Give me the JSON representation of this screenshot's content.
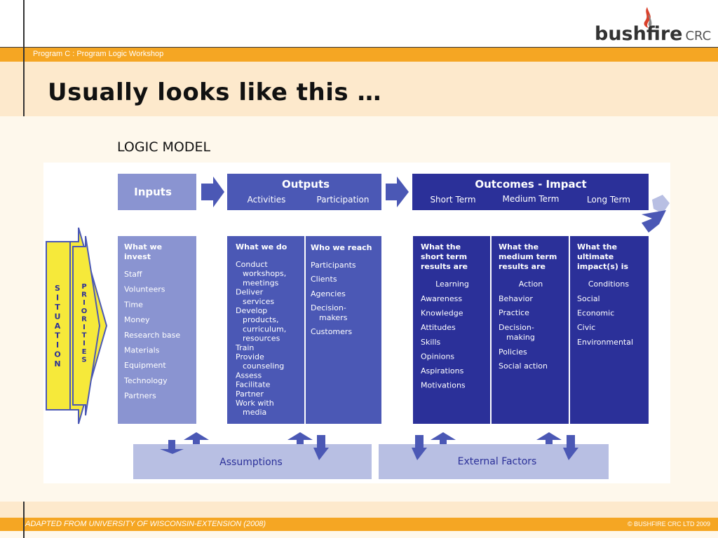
{
  "header": {
    "subtitle": "Program C : Program Logic Workshop",
    "title": "Usually looks like this …",
    "logo": {
      "name": "bushfire",
      "suffix": "CRC"
    }
  },
  "diagram": {
    "label": "LOGIC MODEL",
    "situation": [
      "S",
      "I",
      "T",
      "U",
      "A",
      "T",
      "I",
      "O",
      "N"
    ],
    "priorities": [
      "P",
      "R",
      "I",
      "O",
      "R",
      "I",
      "T",
      "I",
      "E",
      "S"
    ],
    "inputs": {
      "header": "Inputs",
      "title_lines": [
        "What we",
        "invest"
      ],
      "items": [
        "Staff",
        "Volunteers",
        "Time",
        "Money",
        "Research base",
        "Materials",
        "Equipment",
        "Technology",
        "Partners"
      ]
    },
    "outputs": {
      "header": "Outputs",
      "activities_label": "Activities",
      "participation_label": "Participation",
      "activities": {
        "title": "What we do",
        "lines": [
          "Conduct",
          "workshops,",
          "meetings",
          "Deliver",
          "services",
          "Develop",
          "products,",
          "curriculum,",
          "resources",
          "Train",
          "Provide",
          "counseling",
          "Assess",
          "Facilitate",
          "Partner",
          "Work with",
          "media"
        ]
      },
      "participation": {
        "title": "Who we reach",
        "lines": [
          "Participants",
          "Clients",
          "Agencies",
          "Decision-",
          "makers",
          "Customers"
        ]
      }
    },
    "outcomes": {
      "header": "Outcomes - Impact",
      "short_label": "Short Term",
      "medium_label": "Medium Term",
      "long_label": "Long Term",
      "short": {
        "title_lines": [
          "What the",
          "short term",
          "results are"
        ],
        "category": "Learning",
        "items": [
          "Awareness",
          "Knowledge",
          "Attitudes",
          "Skills",
          "Opinions",
          "Aspirations",
          "Motivations"
        ]
      },
      "medium": {
        "title_lines": [
          "What the",
          "medium term",
          "results are"
        ],
        "category": "Action",
        "lines": [
          "Behavior",
          "Practice",
          "Decision-",
          "making",
          "Policies",
          "Social action"
        ]
      },
      "long": {
        "title_lines": [
          "What the",
          "ultimate",
          "impact(s) is"
        ],
        "category": "Conditions",
        "items": [
          "Social",
          "Economic",
          "Civic",
          "Environmental"
        ]
      }
    },
    "assumptions": "Assumptions",
    "external_factors": "External Factors"
  },
  "footer": {
    "left": "ADAPTED FROM UNIVERSITY OF WISCONSIN-EXTENSION (2008)",
    "right": "© BUSHFIRE CRC LTD 2009"
  },
  "colors": {
    "orange": "#f5a623",
    "peach": "#fde9cc",
    "light_blue": "#8a94d1",
    "mid_blue": "#4b58b5",
    "dark_blue": "#2b3099",
    "pale_blue": "#b8bfe3",
    "yellow": "#f6e93a"
  }
}
